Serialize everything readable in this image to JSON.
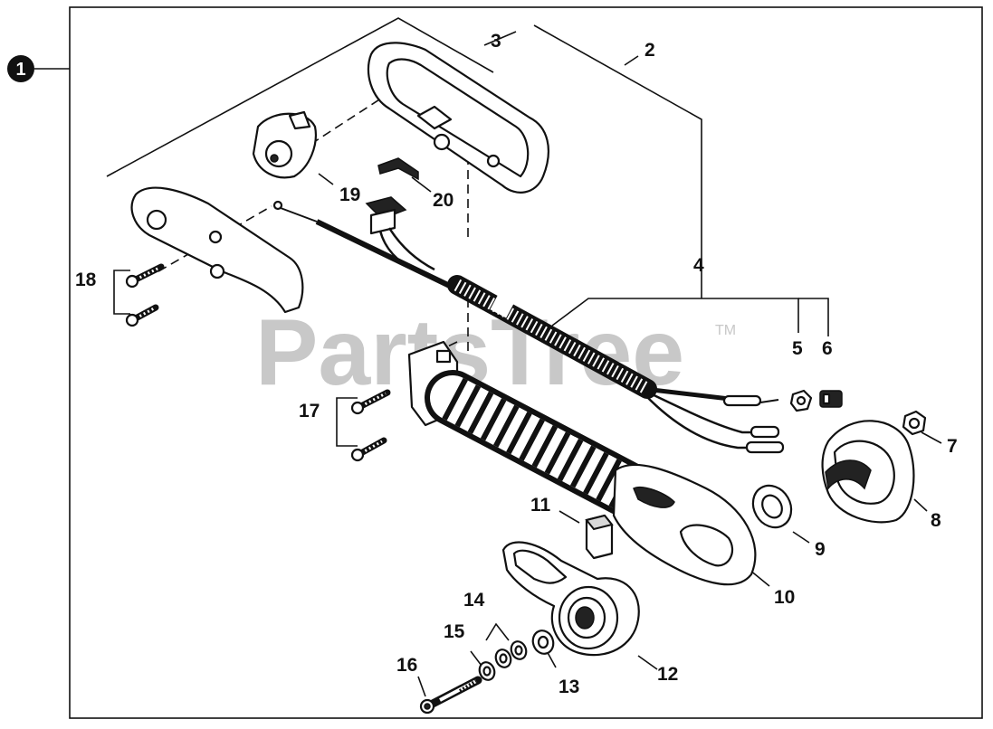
{
  "assembly_marker": "1",
  "watermark": {
    "text": "PartsTree",
    "trademark": "TM"
  },
  "part_labels": [
    {
      "id": "p2",
      "text": "2"
    },
    {
      "id": "p3",
      "text": "3"
    },
    {
      "id": "p4",
      "text": "4"
    },
    {
      "id": "p5",
      "text": "5"
    },
    {
      "id": "p6",
      "text": "6"
    },
    {
      "id": "p7",
      "text": "7"
    },
    {
      "id": "p8",
      "text": "8"
    },
    {
      "id": "p9",
      "text": "9"
    },
    {
      "id": "p10",
      "text": "10"
    },
    {
      "id": "p11",
      "text": "11"
    },
    {
      "id": "p12",
      "text": "12"
    },
    {
      "id": "p13",
      "text": "13"
    },
    {
      "id": "p14",
      "text": "14"
    },
    {
      "id": "p15",
      "text": "15"
    },
    {
      "id": "p16",
      "text": "16"
    },
    {
      "id": "p17",
      "text": "17"
    },
    {
      "id": "p18",
      "text": "18"
    },
    {
      "id": "p19",
      "text": "19"
    },
    {
      "id": "p20",
      "text": "20"
    }
  ]
}
